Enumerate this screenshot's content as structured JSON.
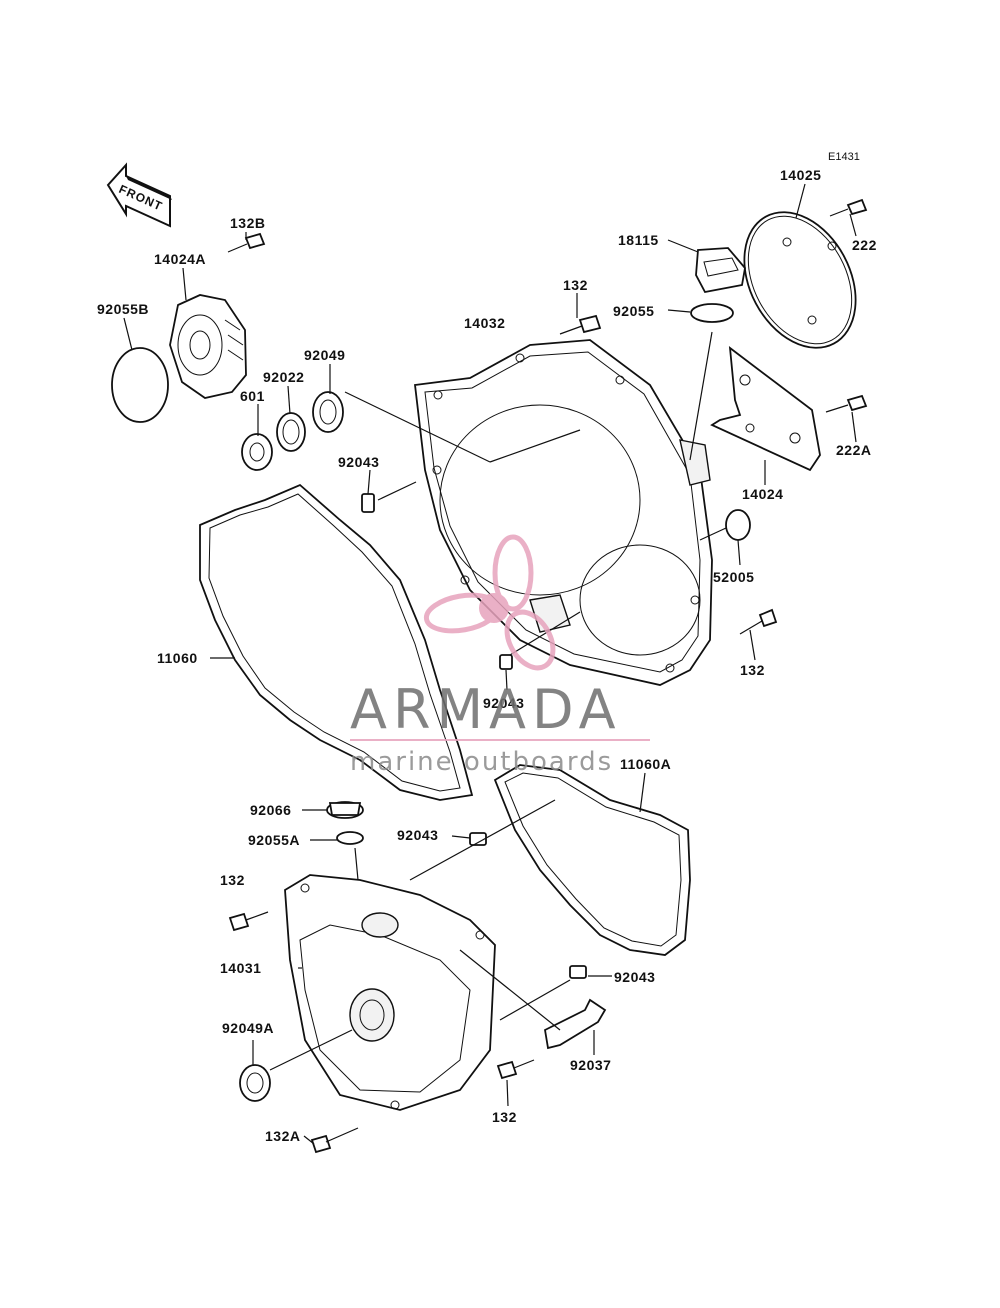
{
  "diagram_code": "E1431",
  "front_arrow_label": "FRONT",
  "labels": {
    "l14025": "14025",
    "l222": "222",
    "l18115": "18115",
    "l92055": "92055",
    "l132a_top": "132",
    "l14032": "14032",
    "l132B": "132B",
    "l14024A": "14024A",
    "l92055B": "92055B",
    "l92049": "92049",
    "l92022": "92022",
    "l601": "601",
    "l92043_a": "92043",
    "l222A": "222A",
    "l14024": "14024",
    "l52005": "52005",
    "l132_right": "132",
    "l11060": "11060",
    "l92043_b": "92043",
    "l11060A": "11060A",
    "l92066": "92066",
    "l92055A": "92055A",
    "l92043_c": "92043",
    "l132_left": "132",
    "l14031": "14031",
    "l92043_d": "92043",
    "l92049A": "92049A",
    "l92037": "92037",
    "l132_bottom": "132",
    "l132A": "132A"
  },
  "watermark": {
    "brand": "ARMADA",
    "tagline": "marine outboards",
    "colors": {
      "text": "#6e6e6e",
      "logo": "#e7a3bd"
    }
  },
  "colors": {
    "ink": "#111111",
    "background": "#ffffff"
  }
}
